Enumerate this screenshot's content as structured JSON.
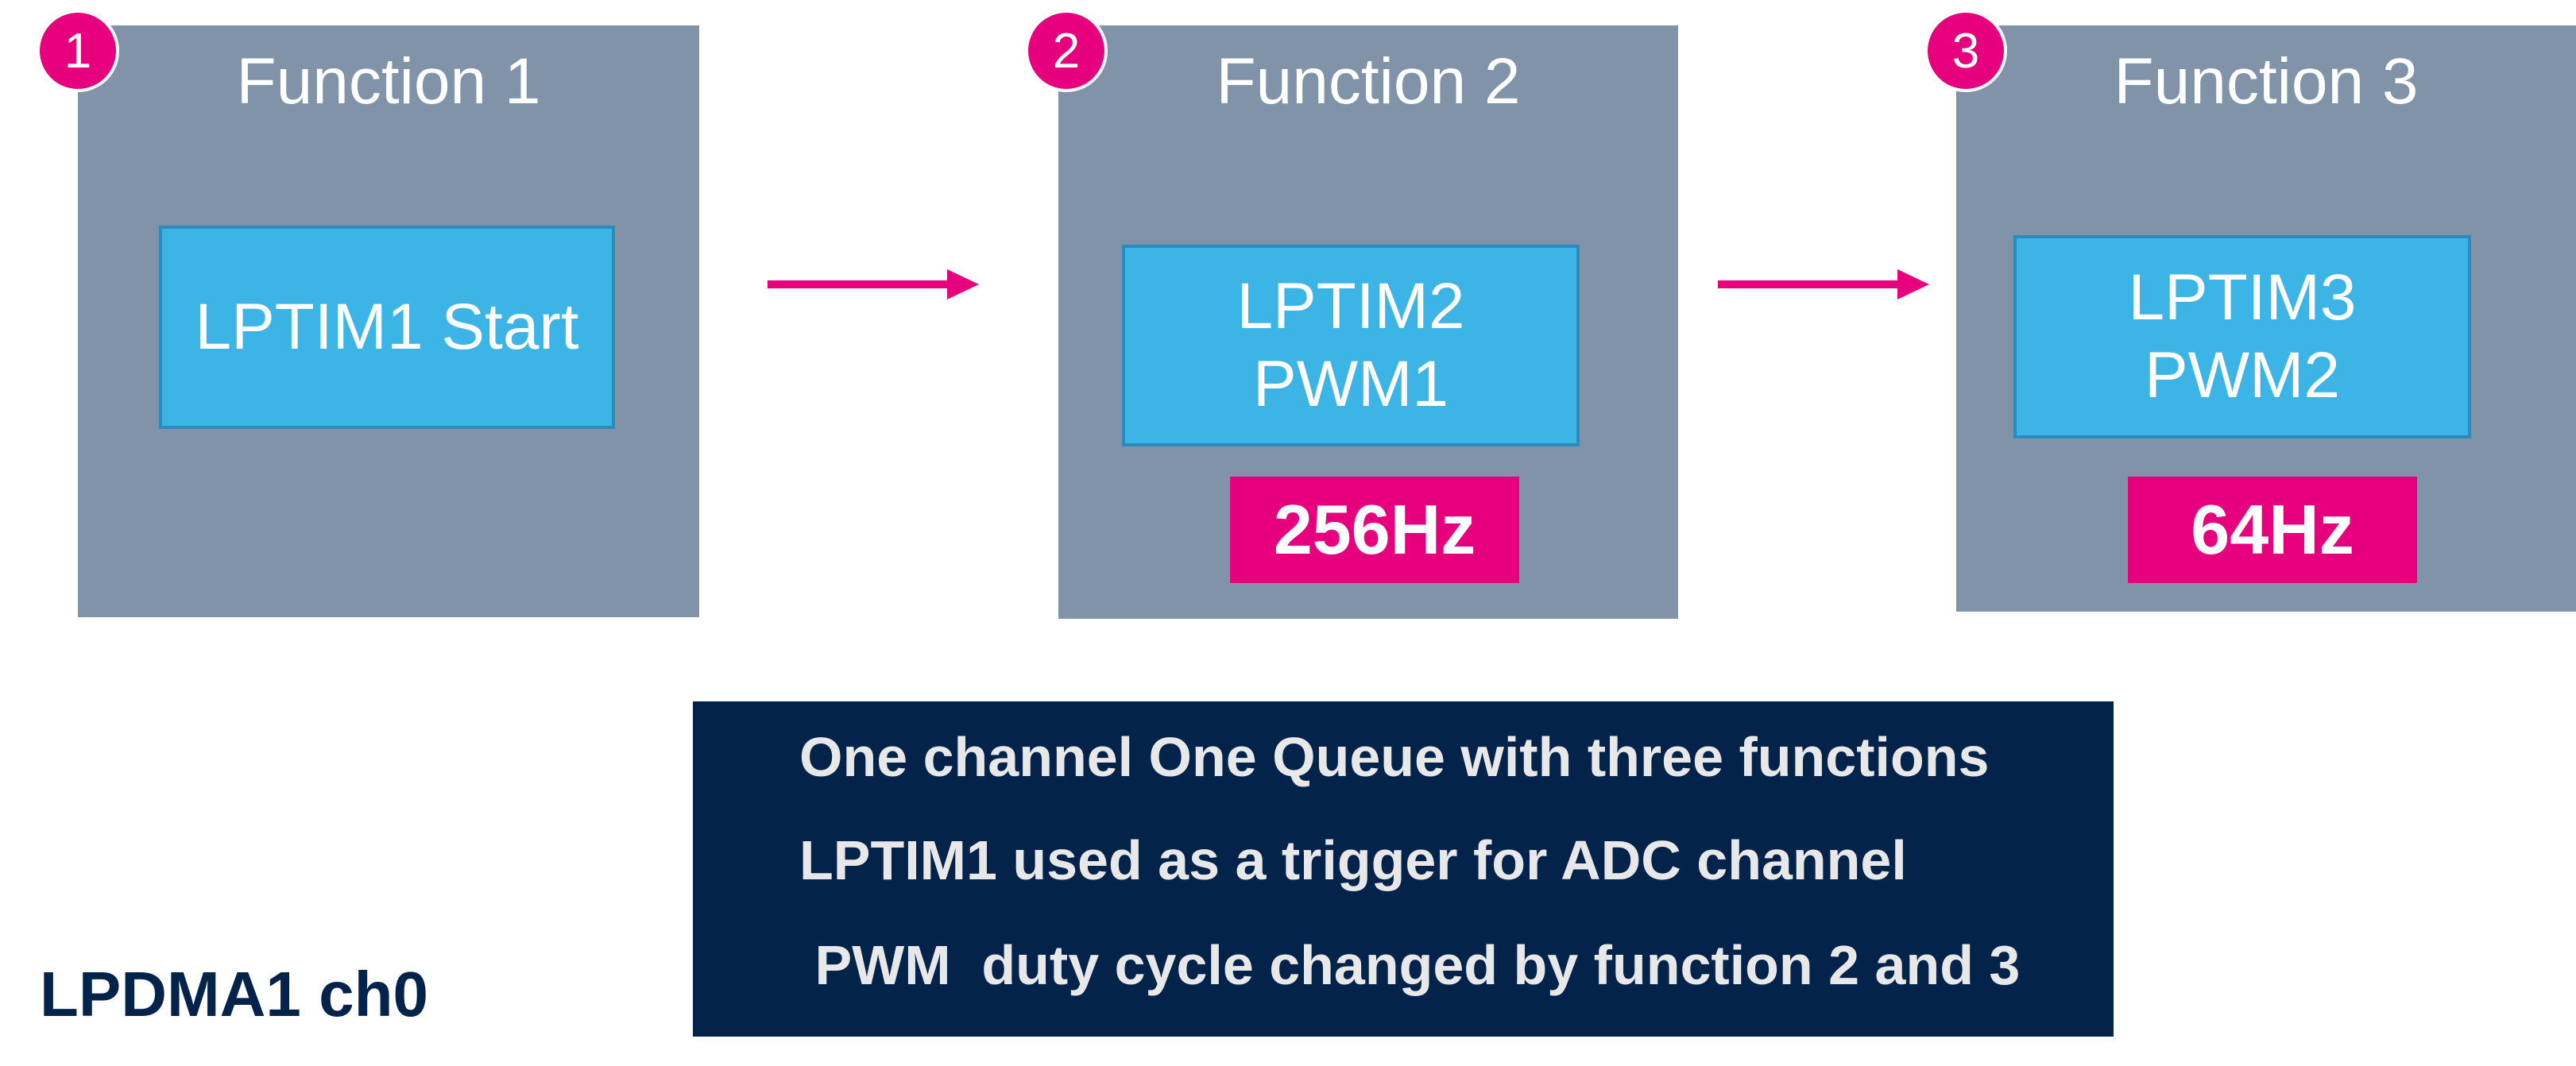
{
  "functions": [
    {
      "step": "1",
      "title": "Function 1",
      "block_lines": [
        "LPTIM1 Start"
      ],
      "frequency": ""
    },
    {
      "step": "2",
      "title": "Function 2",
      "block_lines": [
        "LPTIM2",
        "PWM1"
      ],
      "frequency": "256Hz"
    },
    {
      "step": "3",
      "title": "Function 3",
      "block_lines": [
        "LPTIM3",
        "PWM2"
      ],
      "frequency": "64Hz"
    }
  ],
  "info_lines": [
    "One channel One Queue with three functions",
    "LPTIM1 used as a trigger for ADC channel",
    " PWM  duty cycle changed by function 2 and 3"
  ],
  "channel_label": "LPDMA1 ch0",
  "colors": {
    "function_box": "#8193a8",
    "inner_block": "#3cb4e6",
    "accent": "#e6007e",
    "info_background": "#03234b",
    "info_text": "#e8e8e8",
    "label_text": "#03234b"
  }
}
